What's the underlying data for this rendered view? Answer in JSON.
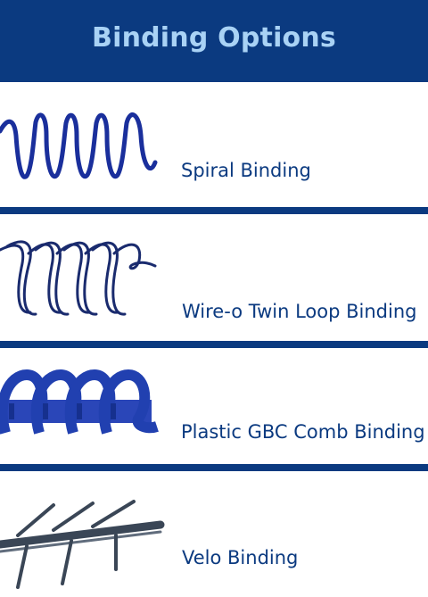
{
  "header": {
    "title": "Binding Options"
  },
  "colors": {
    "brand": "#0b3a80",
    "title": "#a9d2f5",
    "binding": "#1a2f9c",
    "velo": "#3a4656"
  },
  "options": [
    {
      "label": "Spiral Binding",
      "icon": "spiral-coil-icon"
    },
    {
      "label": "Wire-o Twin Loop Binding",
      "icon": "twin-loop-wire-icon"
    },
    {
      "label": "Plastic GBC Comb Binding",
      "icon": "plastic-comb-icon"
    },
    {
      "label": "Velo Binding",
      "icon": "velo-strip-icon"
    }
  ]
}
